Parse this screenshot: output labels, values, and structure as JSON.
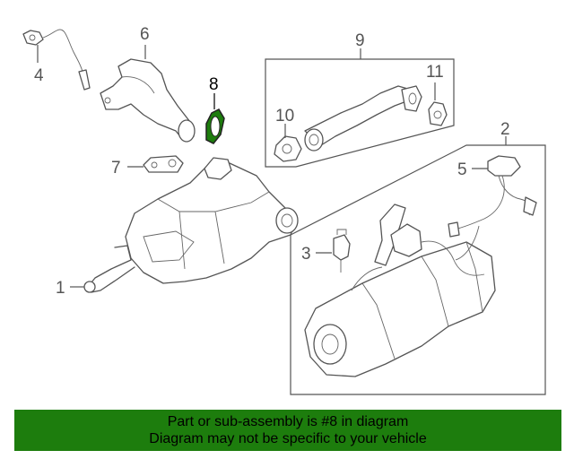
{
  "callouts": [
    {
      "id": "1",
      "label": "1"
    },
    {
      "id": "2",
      "label": "2"
    },
    {
      "id": "3",
      "label": "3"
    },
    {
      "id": "4",
      "label": "4"
    },
    {
      "id": "5",
      "label": "5"
    },
    {
      "id": "6",
      "label": "6"
    },
    {
      "id": "7",
      "label": "7"
    },
    {
      "id": "8",
      "label": "8"
    },
    {
      "id": "9",
      "label": "9"
    },
    {
      "id": "10",
      "label": "10"
    },
    {
      "id": "11",
      "label": "11"
    }
  ],
  "highlight": {
    "part": "8",
    "color": "#1d7d0d"
  },
  "banner": {
    "line1": "Part or sub-assembly is #8 in diagram",
    "line2": "Diagram may not be specific to your vehicle",
    "color": "#1d7d0d"
  }
}
